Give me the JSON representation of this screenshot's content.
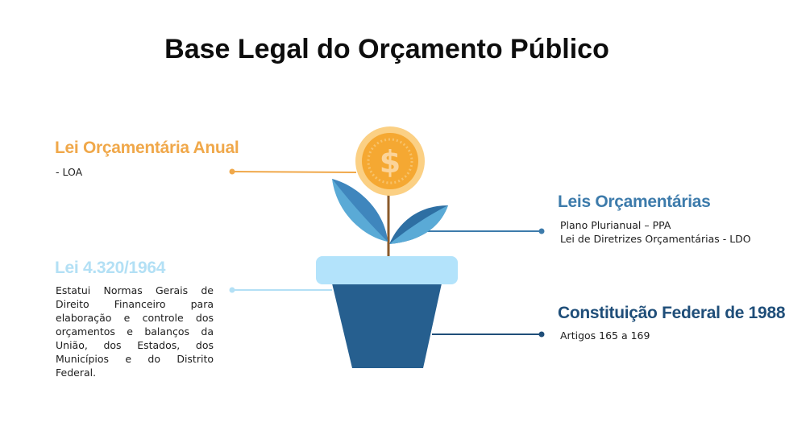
{
  "title": "Base Legal do Orçamento Público",
  "colors": {
    "loa": "#f0a84a",
    "leis": "#3d7bab",
    "lei4320": "#b3e0f5",
    "constituicao": "#1f4e79",
    "pot": "#265f8f",
    "pot_rim": "#b3e3fb",
    "coin": "#f5a832",
    "coin_inner": "#f7c26a",
    "leaf_light": "#5aaad6",
    "leaf_dark": "#2e6fa3",
    "stem": "#8a5a2b"
  },
  "items": {
    "loa": {
      "heading": "Lei Orçamentária Anual",
      "text": "- LOA"
    },
    "leis": {
      "heading": "Leis Orçamentárias",
      "lines": [
        "Plano Plurianual – PPA",
        "Lei de Diretrizes Orçamentárias - LDO"
      ]
    },
    "lei4320": {
      "heading": "Lei 4.320/1964",
      "text": "Estatui Normas Gerais de Direito Financeiro para elaboração e controle dos orçamentos e balanços da União, dos Estados, dos Municípios e do Distrito Federal."
    },
    "constituicao": {
      "heading": "Constituição Federal de 1988",
      "text": "Artigos 165 a 169"
    }
  },
  "icons": {
    "coin": "dollar-coin-icon",
    "plant": "plant-in-pot-icon"
  }
}
